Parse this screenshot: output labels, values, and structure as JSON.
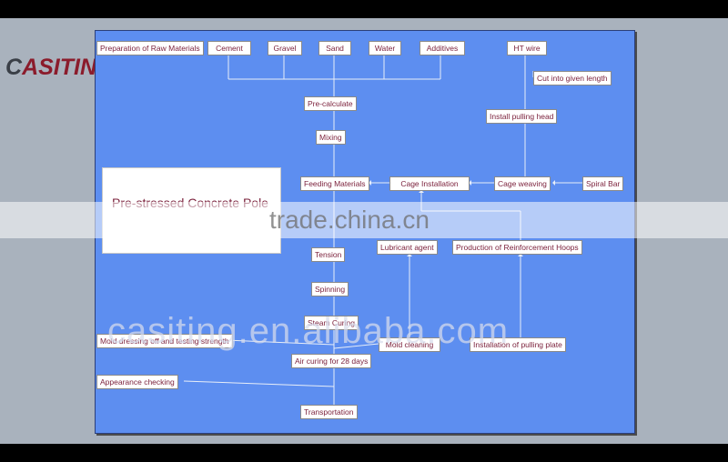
{
  "logo": {
    "brand": "CASITING"
  },
  "title": "Pre-stressed Concrete Pole",
  "watermarks": {
    "top": "trade.china.cn",
    "bottom": "casiting.en.alibaba.com"
  },
  "nodes": {
    "raw_materials": "Preparation of Raw Materials",
    "cement": "Cement",
    "gravel": "Gravel",
    "sand": "Sand",
    "water": "Water",
    "additives": "Additives",
    "ht_wire": "HT wire",
    "cut_length": "Cut into given length",
    "pre_calculate": "Pre-calculate",
    "install_pulling_head": "Install pulling head",
    "mixing": "Mixing",
    "feeding": "Feeding Materials",
    "cage_installation": "Cage Installation",
    "cage_weaving": "Cage weaving",
    "spiral_bar": "Spiral Bar",
    "lubricant": "Lubricant agent",
    "reinforcement_hoops": "Production of Reinforcement Hoops",
    "tension": "Tension",
    "spinning": "Spinning",
    "steam_curing": "Steam Curing",
    "mold_dressing": "Mold dressing off and testing strength",
    "mold_cleaning": "Mold cleaning",
    "install_pulling_plate": "Installation of pulling plate",
    "air_curing": "Air curing for 28 days",
    "appearance": "Appearance checking",
    "transportation": "Transportation"
  },
  "colors": {
    "panel": "#5d8ef0",
    "box_text": "#7a1f3a",
    "logo_red": "#8b1c2c"
  }
}
